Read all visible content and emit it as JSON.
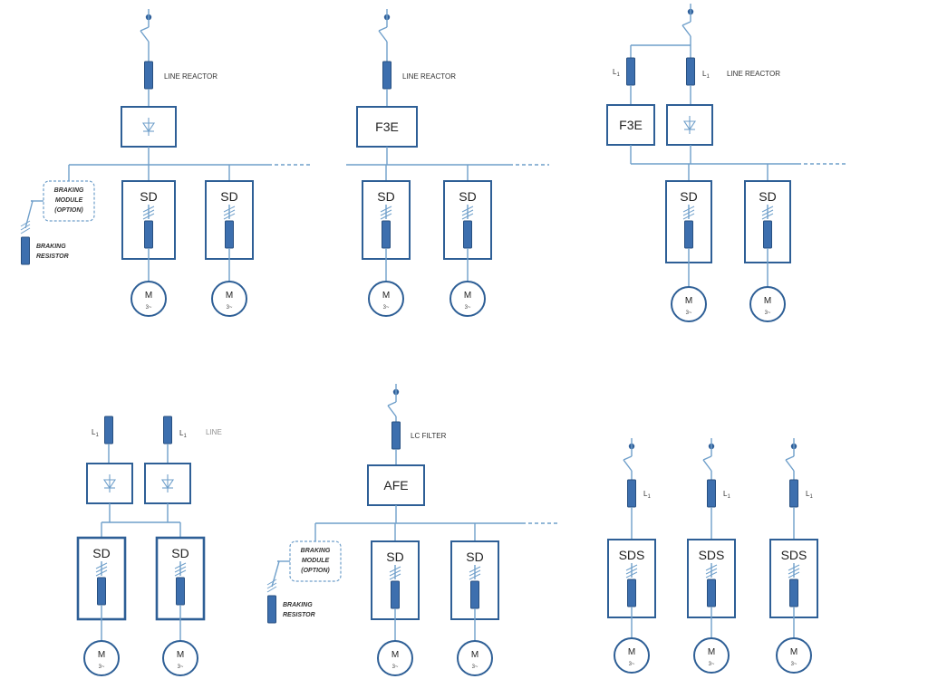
{
  "labels": {
    "line_reactor": "LINE REACTOR",
    "line": "LINE",
    "lc_filter": "LC FILTER",
    "braking_module_1": "BRAKING",
    "braking_module_2": "MODULE",
    "braking_module_3": "(OPTION)",
    "braking_resistor_1": "BRAKING",
    "braking_resistor_2": "RESISTOR",
    "inductor": "L",
    "inductor_sub": "1",
    "sd": "SD",
    "sds": "SDS",
    "f3e": "F3E",
    "afe": "AFE",
    "motor": "M",
    "motor_phase": "3~"
  },
  "colors": {
    "wire": "#6f9fca",
    "box_stroke": "#2e5f96",
    "reactor_fill": "#3d6fae",
    "dot": "#2f5f9a"
  },
  "diagrams": [
    {
      "id": "diode-rectifier-with-braking-module",
      "drives": 2,
      "front_end": "rectifier",
      "front_end_label": "",
      "braking": true,
      "reactor_label": "line_reactor"
    },
    {
      "id": "f3e-front-end",
      "drives": 2,
      "front_end": "F3E",
      "front_end_label": "F3E",
      "braking": false,
      "reactor_label": "line_reactor"
    },
    {
      "id": "parallel-f3e-and-rectifier",
      "drives": 2,
      "front_end": "F3E + rectifier",
      "braking": false,
      "reactor_label": "line_reactor"
    },
    {
      "id": "parallel-rectifiers",
      "drives": 2,
      "front_end": "2 x rectifier",
      "braking": false,
      "reactor_label": "line"
    },
    {
      "id": "afe-with-lc-filter",
      "drives": 2,
      "front_end": "AFE",
      "front_end_label": "AFE",
      "braking": true,
      "reactor_label": "lc_filter"
    },
    {
      "id": "single-drives-sds",
      "drives": 3,
      "front_end": "none",
      "braking": false,
      "reactor_label": "inductor"
    }
  ]
}
